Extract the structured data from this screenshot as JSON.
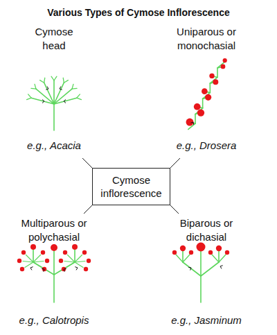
{
  "diagram": {
    "title": "Various Types of Cymose Inflorescence",
    "nodes": [
      {
        "text": [
          "Cymose inflorescence"
        ]
      }
    ],
    "labels": [
      "Cymose head",
      "Uniparous or monochasial",
      "e.g., Acacia",
      "e.g., Drosera",
      "Multiparous or polychasial",
      "Biparous or dichasial",
      "e.g., Calotropis",
      "e.g., Jasminum"
    ]
  }
}
